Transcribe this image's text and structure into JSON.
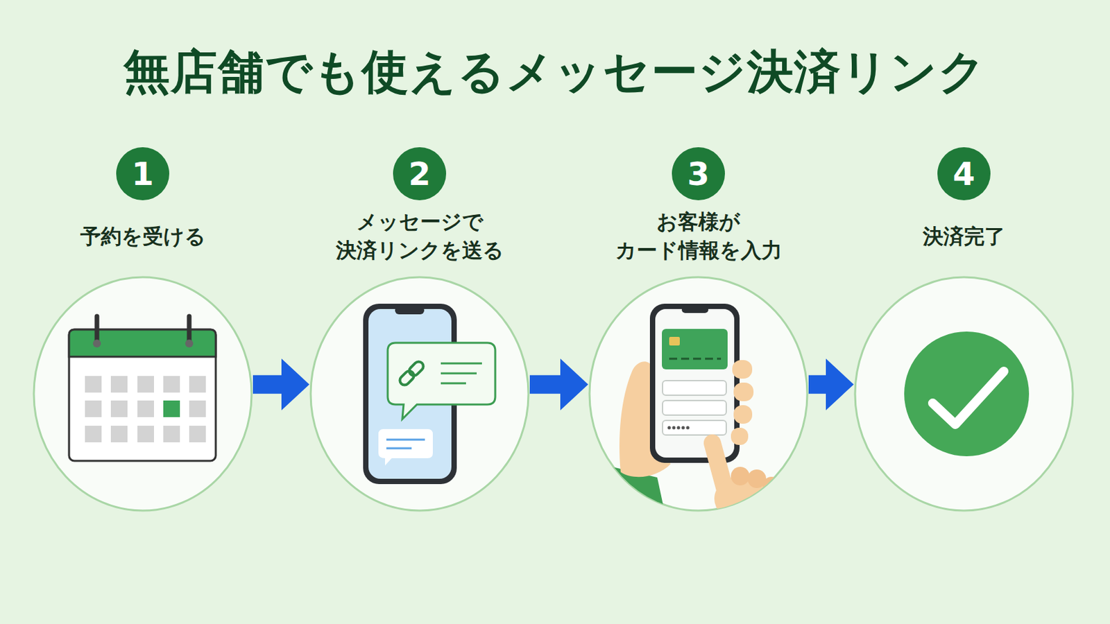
{
  "diagram": {
    "title": "無店舗でも使えるメッセージ決済リンク",
    "nodes": [
      {
        "text": [
          "1",
          "予約を受ける"
        ]
      },
      {
        "text": [
          "2",
          "メッセージで 決済リンクを送る"
        ]
      },
      {
        "text": [
          "3",
          "お客様が カード情報を入力"
        ]
      },
      {
        "text": [
          "4",
          "決済完了"
        ]
      }
    ],
    "edges": [
      {
        "from": 0,
        "to": 1,
        "arrow": "to"
      },
      {
        "from": 1,
        "to": 2,
        "arrow": "to"
      },
      {
        "from": 2,
        "to": 3,
        "arrow": "to"
      }
    ]
  }
}
